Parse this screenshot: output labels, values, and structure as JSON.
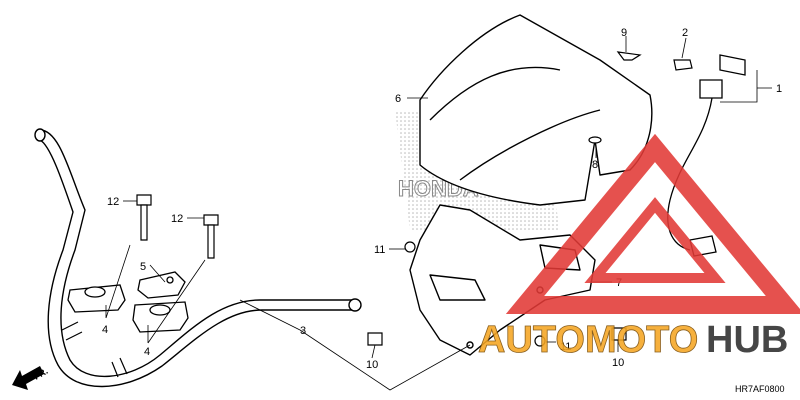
{
  "diagram": {
    "drawing_code": "HR7AF0800",
    "front_indicator": "FR.",
    "callouts": {
      "c1": "1",
      "c2": "2",
      "c3": "3",
      "c4a": "4",
      "c4b": "4",
      "c5": "5",
      "c6": "6",
      "c7": "7",
      "c8": "8",
      "c9": "9",
      "c10a": "10",
      "c10b": "10",
      "c11a": "11",
      "c11b": "11",
      "c12a": "12",
      "c12b": "12"
    }
  },
  "watermark": {
    "brand_first": "AUTOMOTO",
    "brand_second": "HUB",
    "colors": {
      "red": "#e23a36",
      "orange": "#f5a623",
      "dark": "#2d2d2d"
    }
  },
  "background_logo": {
    "text": "HONDA"
  }
}
